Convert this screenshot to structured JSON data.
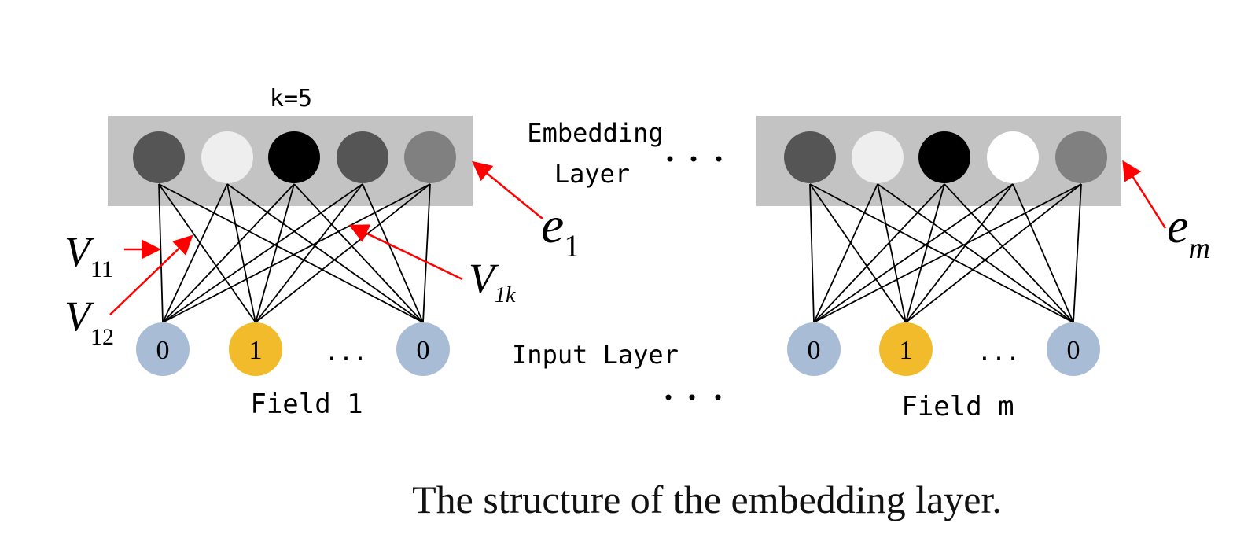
{
  "k_label": "k=5",
  "embedding_label_line1": "Embedding",
  "embedding_label_line2": "Layer",
  "input_label": "Input Layer",
  "ellipsis": "...",
  "caption": "The structure of the embedding layer.",
  "colors": {
    "embedding_box": "#c3c3c3",
    "input_zero": "#a9bcd6",
    "input_one": "#f2bb2c",
    "arrow": "#ff0000",
    "line": "#000000"
  },
  "fields": [
    {
      "name": "Field 1",
      "embedding_shades": [
        "#555555",
        "#eeeeee",
        "#000000",
        "#555555",
        "#808080"
      ],
      "inputs": [
        "0",
        "1",
        "...",
        "0"
      ],
      "vector_label": "e",
      "vector_sub": "1"
    },
    {
      "name": "Field m",
      "embedding_shades": [
        "#555555",
        "#eeeeee",
        "#000000",
        "#ffffff",
        "#808080"
      ],
      "inputs": [
        "0",
        "1",
        "...",
        "0"
      ],
      "vector_label": "e",
      "vector_sub": "m"
    }
  ],
  "weights": [
    {
      "label": "V",
      "sub": "11"
    },
    {
      "label": "V",
      "sub": "12"
    },
    {
      "label": "V",
      "sub": "1k"
    }
  ]
}
